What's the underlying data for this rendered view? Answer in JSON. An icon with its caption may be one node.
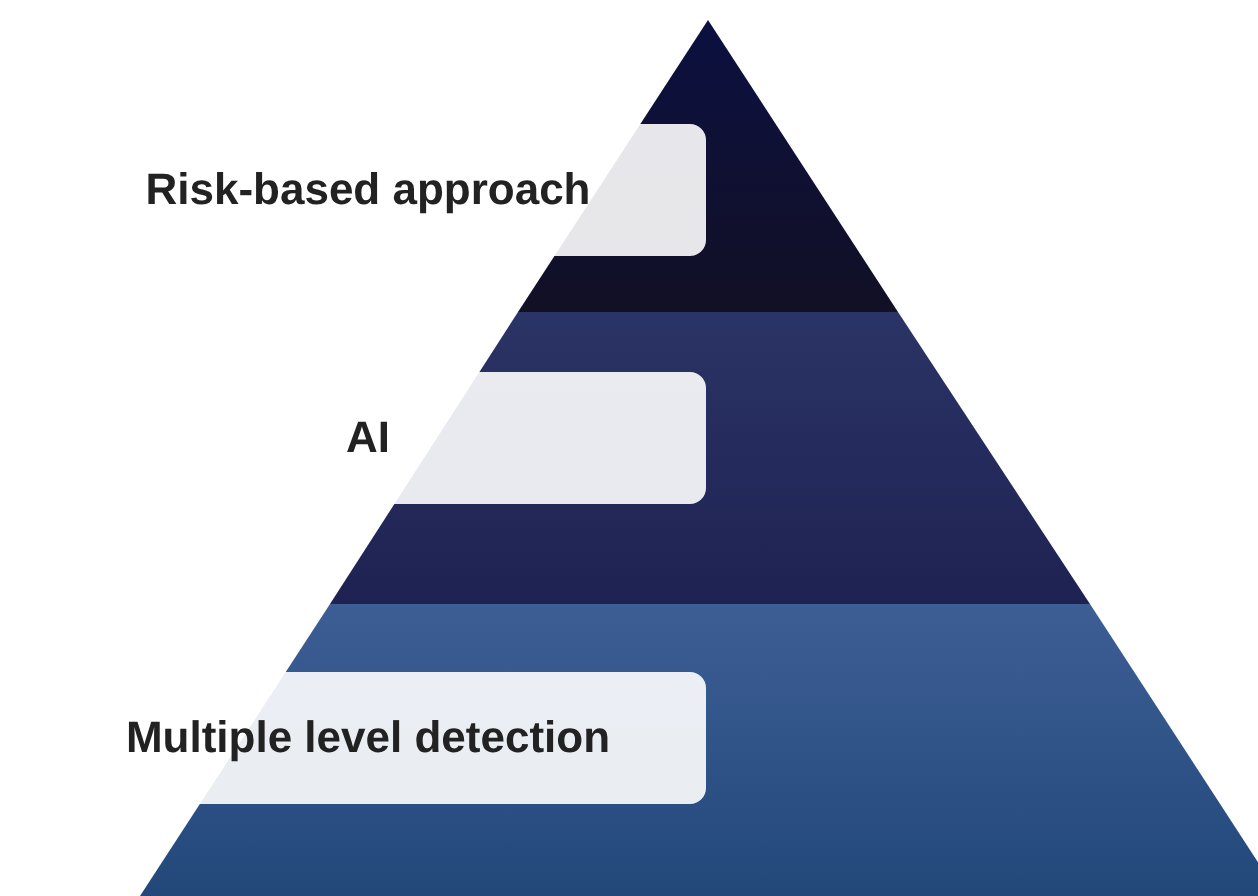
{
  "diagram": {
    "nodes": [
      {
        "text": [
          "Risk-based approach"
        ]
      },
      {
        "text": [
          "AI"
        ]
      },
      {
        "text": [
          "Multiple level detection"
        ]
      }
    ]
  }
}
